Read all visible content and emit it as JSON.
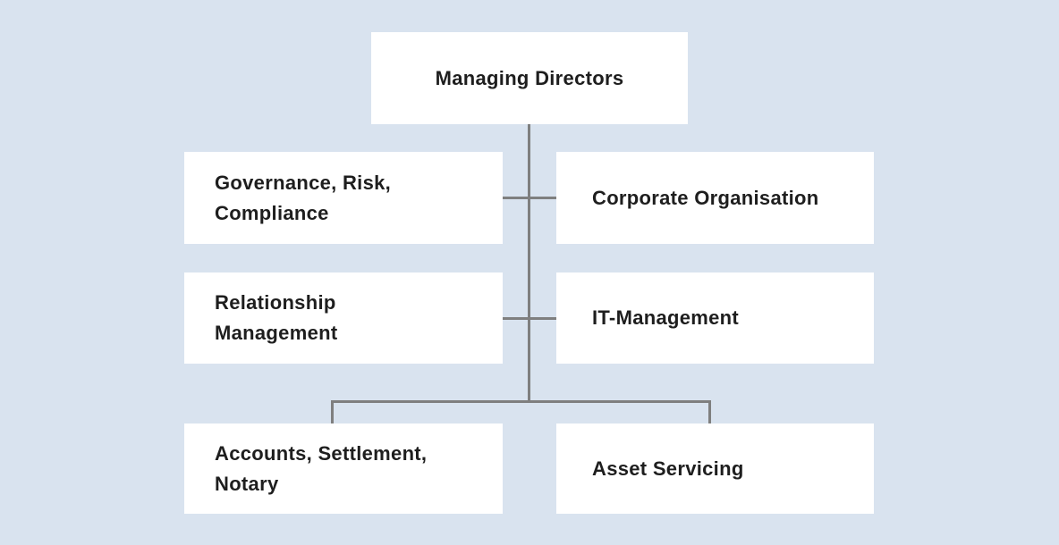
{
  "chart": {
    "type": "org-chart",
    "colors": {
      "background": "#d9e3ef",
      "node_background": "#ffffff",
      "connector": "#7f7f7f",
      "text": "#1e1e1e"
    },
    "nodes": [
      {
        "id": "managing-directors",
        "label": "Managing Directors"
      },
      {
        "id": "governance-risk-compliance",
        "label": "Governance, Risk,\nCompliance"
      },
      {
        "id": "corporate-organisation",
        "label": "Corporate Organisation"
      },
      {
        "id": "relationship-management",
        "label": "Relationship\nManagement"
      },
      {
        "id": "it-management",
        "label": "IT-Management"
      },
      {
        "id": "accounts-settlement-notary",
        "label": "Accounts, Settlement,\nNotary"
      },
      {
        "id": "asset-servicing",
        "label": "Asset Servicing"
      }
    ],
    "edges": [
      {
        "from": "managing-directors",
        "to": "governance-risk-compliance"
      },
      {
        "from": "managing-directors",
        "to": "corporate-organisation"
      },
      {
        "from": "managing-directors",
        "to": "relationship-management"
      },
      {
        "from": "managing-directors",
        "to": "it-management"
      },
      {
        "from": "managing-directors",
        "to": "accounts-settlement-notary"
      },
      {
        "from": "managing-directors",
        "to": "asset-servicing"
      }
    ]
  }
}
